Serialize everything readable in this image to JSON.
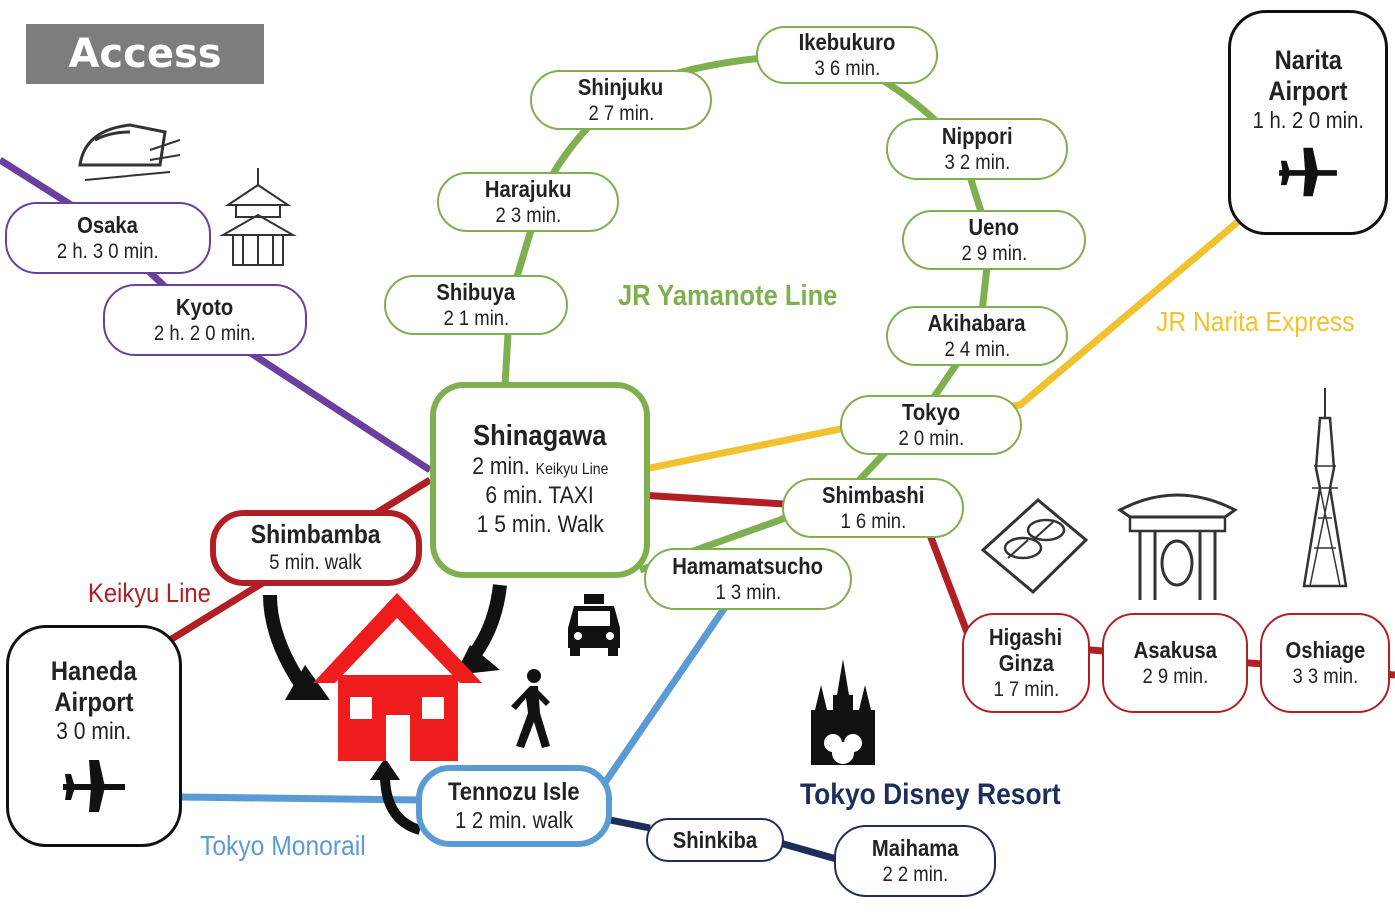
{
  "title": "Access map",
  "colors": {
    "yamanote": "#7fb04f",
    "narita_express": "#f2c22e",
    "keikyu": "#b01f24",
    "purple": "#6b3fa0",
    "monorail": "#5b9bd5",
    "rinkai": "#1f2d5c",
    "house": "#ee1c1c"
  },
  "line_labels": {
    "yamanote": "JR Yamanote Line",
    "narita_express": "JR Narita Express",
    "keikyu": "Keikyu Line",
    "monorail": "Tokyo Monorail",
    "disney": "Tokyo Disney Resort"
  },
  "stations": {
    "ikebukuro": {
      "name": "Ikebukuro",
      "time": "3 6 min."
    },
    "shinjuku": {
      "name": "Shinjuku",
      "time": "2 7 min."
    },
    "nippori": {
      "name": "Nippori",
      "time": "3 2 min."
    },
    "harajuku": {
      "name": "Harajuku",
      "time": "2 3 min."
    },
    "ueno": {
      "name": "Ueno",
      "time": "2 9 min."
    },
    "shibuya": {
      "name": "Shibuya",
      "time": "2 1 min."
    },
    "akihabara": {
      "name": "Akihabara",
      "time": "2 4 min."
    },
    "tokyo": {
      "name": "Tokyo",
      "time": "2 0 min."
    },
    "shimbashi": {
      "name": "Shimbashi",
      "time": "1 6 min."
    },
    "hamamatsucho": {
      "name": "Hamamatsucho",
      "time": "1 3 min."
    },
    "osaka": {
      "name": "Osaka",
      "time": "2 h. 3 0 min."
    },
    "kyoto": {
      "name": "Kyoto",
      "time": "2 h. 2 0 min."
    },
    "shinagawa": {
      "name": "Shinagawa",
      "line1_time": "2 min.",
      "line1_sub": "Keikyu Line",
      "line2": "6 min. TAXI",
      "line3": "1 5 min. Walk"
    },
    "shimbamba": {
      "name": "Shimbamba",
      "time": "5 min. walk"
    },
    "haneda": {
      "name1": "Haneda",
      "name2": "Airport",
      "time": "3 0 min."
    },
    "narita": {
      "name1": "Narita",
      "name2": "Airport",
      "time": "1 h. 2 0 min."
    },
    "tennozu": {
      "name": "Tennozu Isle",
      "time": "1 2 min. walk"
    },
    "shinkiba": {
      "name": "Shinkiba"
    },
    "maihama": {
      "name": "Maihama",
      "time": "2 2 min."
    },
    "higashi_ginza": {
      "name1": "Higashi",
      "name2": "Ginza",
      "time": "1 7 min."
    },
    "asakusa": {
      "name": "Asakusa",
      "time": "2 9 min."
    },
    "oshiage": {
      "name": "Oshiage",
      "time": "3 3 min."
    }
  },
  "icons": {
    "shinkansen": "shinkansen-train-icon",
    "temple": "kyoto-temple-icon",
    "house": "house-icon",
    "taxi": "taxi-icon",
    "walker": "walking-person-icon",
    "castle": "disney-castle-icon",
    "sushi": "sushi-icon",
    "asakusa_gate": "asakusa-gate-icon",
    "skytree": "skytree-tower-icon",
    "plane": "airplane-icon"
  }
}
